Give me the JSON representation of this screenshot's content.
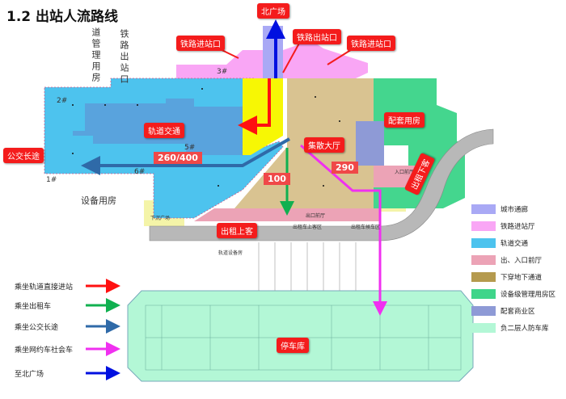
{
  "title": "1.2 出站人流路线",
  "labels": {
    "north_square": "北广场",
    "rail_entrance_left": "铁路进站口",
    "rail_exit": "铁路出站口",
    "rail_entrance_right": "铁路进站口",
    "metro": "轨道交通",
    "bus": "公交长途",
    "bus_count": "260/400",
    "taxi_count": "100",
    "hall": "集散大厅",
    "ride_count": "290",
    "support_rooms": "配套用房",
    "taxi_dropoff": "出租下客",
    "taxi_pickup": "出租上客",
    "garage": "停车库"
  },
  "plan_text": {
    "management_rooms": "道管理用房",
    "rail_exit_vertical": "铁路出站口",
    "equipment_rooms": "设备用房",
    "b1": "1#",
    "b2": "2#",
    "b3": "3#",
    "b5": "5#",
    "b6": "6#",
    "sunken_plaza": "下沉广场",
    "exit_foyer": "出口前厅",
    "entrance_foyer": "入口前厅",
    "taxi_pickup_zone": "出租车上客区",
    "taxi_wait_zone": "出租车候车区",
    "metro_equipment": "轨道设备房"
  },
  "legend_regions": [
    {
      "label": "城市通廊",
      "color": "#a9a9f5"
    },
    {
      "label": "铁路进站厅",
      "color": "#f9a6f5"
    },
    {
      "label": "轨道交通",
      "color": "#4dc3ee"
    },
    {
      "label": "出、入口前厅",
      "color": "#eca3b6"
    },
    {
      "label": "下穿地下通道",
      "color": "#b59a4e"
    },
    {
      "label": "设备级管理用房区",
      "color": "#3fd58a"
    },
    {
      "label": "配套商业区",
      "color": "#8e9ad6"
    },
    {
      "label": "负二层人防车库",
      "color": "#b3f7d6"
    }
  ],
  "legend_routes": [
    {
      "label": "乘坐轨道直接进站",
      "color": "#ff1010"
    },
    {
      "label": "乘坐出租车",
      "color": "#10b050"
    },
    {
      "label": "乘坐公交长途",
      "color": "#2f6aa8"
    },
    {
      "label": "乘坐网约车社会车",
      "color": "#f030f0"
    },
    {
      "label": "至北广场",
      "color": "#0010e0"
    }
  ]
}
